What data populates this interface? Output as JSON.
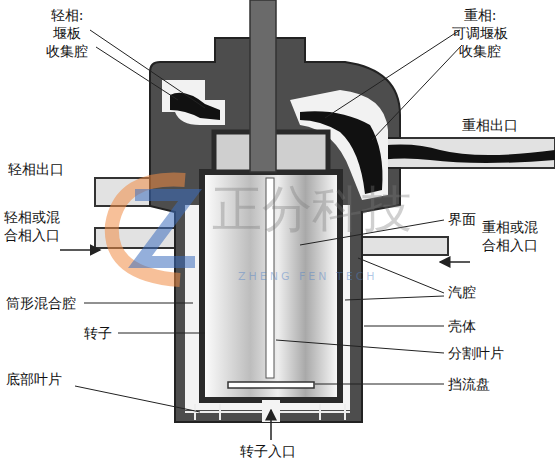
{
  "diagram": {
    "labels": [
      "轻相: 堰板 收集腔",
      "重相: 可调堰板 收集腔",
      "重相出口",
      "轻相出口",
      "界面",
      "轻相或混 合相入口",
      "重相或混 合相入口",
      "汽腔",
      "筒形混合腔",
      "转子",
      "壳体",
      "分割叶片",
      "底部叶片",
      "挡流盘",
      "转子入口",
      "正分科技",
      "ZHENG FEN TECH"
    ]
  }
}
